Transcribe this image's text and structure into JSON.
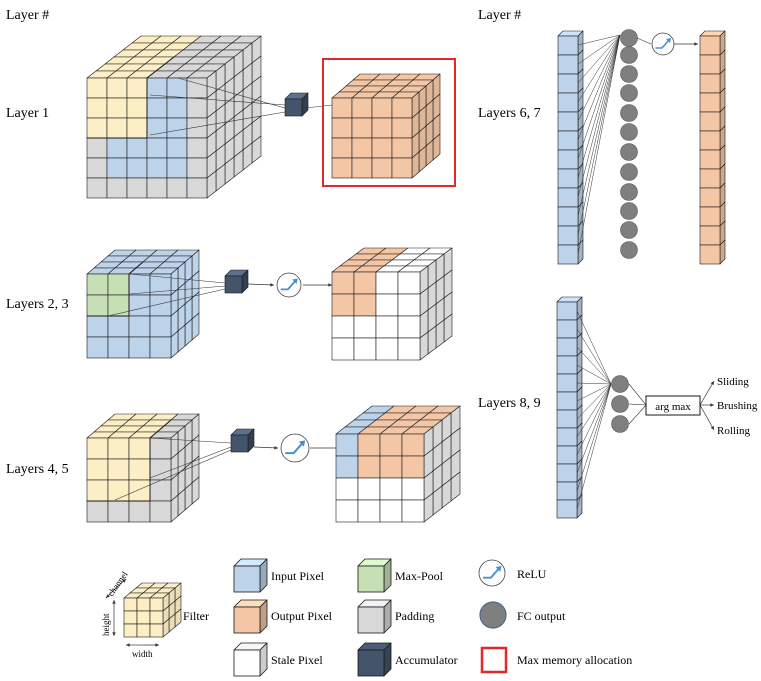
{
  "colors": {
    "input": "#BDD3EA",
    "output": "#F3C6A5",
    "stale": "#FFFFFF",
    "maxpool": "#C7DFB5",
    "padding": "#D8D8D8",
    "accumulator": "#44546A",
    "filter": "#FCEFC6",
    "fc": "#7F7F7F",
    "relu_line": "#4A90D0",
    "highlight": "#E02A2A",
    "stroke": "#1A1A1A"
  },
  "headers": {
    "left": "Layer #",
    "right": "Layer #"
  },
  "rows": [
    {
      "label": "Layer 1"
    },
    {
      "label": "Layers 2, 3"
    },
    {
      "label": "Layers 4, 5"
    },
    {
      "label": "Layers 6, 7"
    },
    {
      "label": "Layers 8, 9"
    }
  ],
  "argmax": {
    "box_label": "arg max",
    "outputs": [
      "Sliding",
      "Brushing",
      "Rolling"
    ]
  },
  "legend": {
    "filter_label": "Filter",
    "axis_channel": "channel",
    "axis_height": "height",
    "axis_width": "width",
    "items": [
      {
        "label": "Input Pixel",
        "color": "input"
      },
      {
        "label": "Output Pixel",
        "color": "output"
      },
      {
        "label": "Stale Pixel",
        "color": "stale"
      },
      {
        "label": "Max-Pool",
        "color": "maxpool"
      },
      {
        "label": "Padding",
        "color": "padding"
      },
      {
        "label": "Accumulator",
        "color": "accumulator"
      },
      {
        "label": "ReLU",
        "icon": "relu-icon"
      },
      {
        "label": "FC output",
        "icon": "fc-output-icon"
      },
      {
        "label": "Max memory allocation",
        "icon": "max-memory-box-icon"
      }
    ]
  }
}
